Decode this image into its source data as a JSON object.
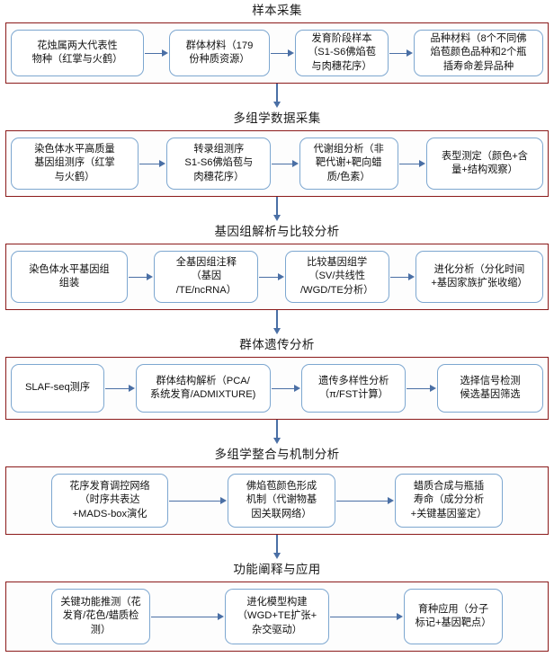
{
  "figure": {
    "type": "flowchart",
    "orientation": "vertical",
    "accent_border_color": "#8b1a1a",
    "node_border_color": "#7da7d0",
    "arrow_color": "#4a6fa5",
    "background_color": "#ffffff"
  },
  "stages": [
    {
      "title": "样本采集",
      "nodes": [
        {
          "text": "花烛属两大代表性\n物种（红掌与火鹤）"
        },
        {
          "text": "群体材料（179\n份种质资源）"
        },
        {
          "text": "发育阶段样本\n（S1-S6佛焰苞\n与肉穗花序）"
        },
        {
          "text": "品种材料（8个不同佛\n焰苞颜色品种和2个瓶\n插寿命差异品种"
        }
      ]
    },
    {
      "title": "多组学数据采集",
      "nodes": [
        {
          "text": "染色体水平高质量\n基因组测序（红掌\n与火鹤）"
        },
        {
          "text": "转录组测序\nS1-S6佛焰苞与\n肉穗花序）"
        },
        {
          "text": "代谢组分析（非\n靶代谢+靶向蜡\n质/色素）"
        },
        {
          "text": "表型测定（颜色+含\n量+结构观察）"
        }
      ]
    },
    {
      "title": "基因组解析与比较分析",
      "nodes": [
        {
          "text": "染色体水平基因组\n组装"
        },
        {
          "text": "全基因组注释\n（基因\n/TE/ncRNA）"
        },
        {
          "text": "比较基因组学\n（SV/共线性\n/WGD/TE分析）"
        },
        {
          "text": "进化分析（分化时间\n+基因家族扩张收缩）"
        }
      ]
    },
    {
      "title": "群体遗传分析",
      "nodes": [
        {
          "text": "SLAF-seq测序"
        },
        {
          "text": "群体结构解析（PCA/\n系统发育/ADMIXTURE)"
        },
        {
          "text": "遗传多样性分析\n（π/FST计算）"
        },
        {
          "text": "选择信号检测\n候选基因筛选"
        }
      ]
    },
    {
      "title": "多组学整合与机制分析",
      "nodes": [
        {
          "text": "花序发育调控网络\n（时序共表达\n+MADS-box演化"
        },
        {
          "text": "佛焰苞颜色形成\n机制（代谢物基\n因关联网络）"
        },
        {
          "text": "蜡质合成与瓶插\n寿命（成分分析\n+关键基因鉴定）"
        }
      ]
    },
    {
      "title": "功能阐释与应用",
      "nodes": [
        {
          "text": "关键功能推测（花\n发育/花色/蜡质检\n测）"
        },
        {
          "text": "进化模型构建\n（WGD+TE扩张+\n杂交驱动）"
        },
        {
          "text": "育种应用（分子\n标记+基因靶点）"
        }
      ]
    }
  ]
}
